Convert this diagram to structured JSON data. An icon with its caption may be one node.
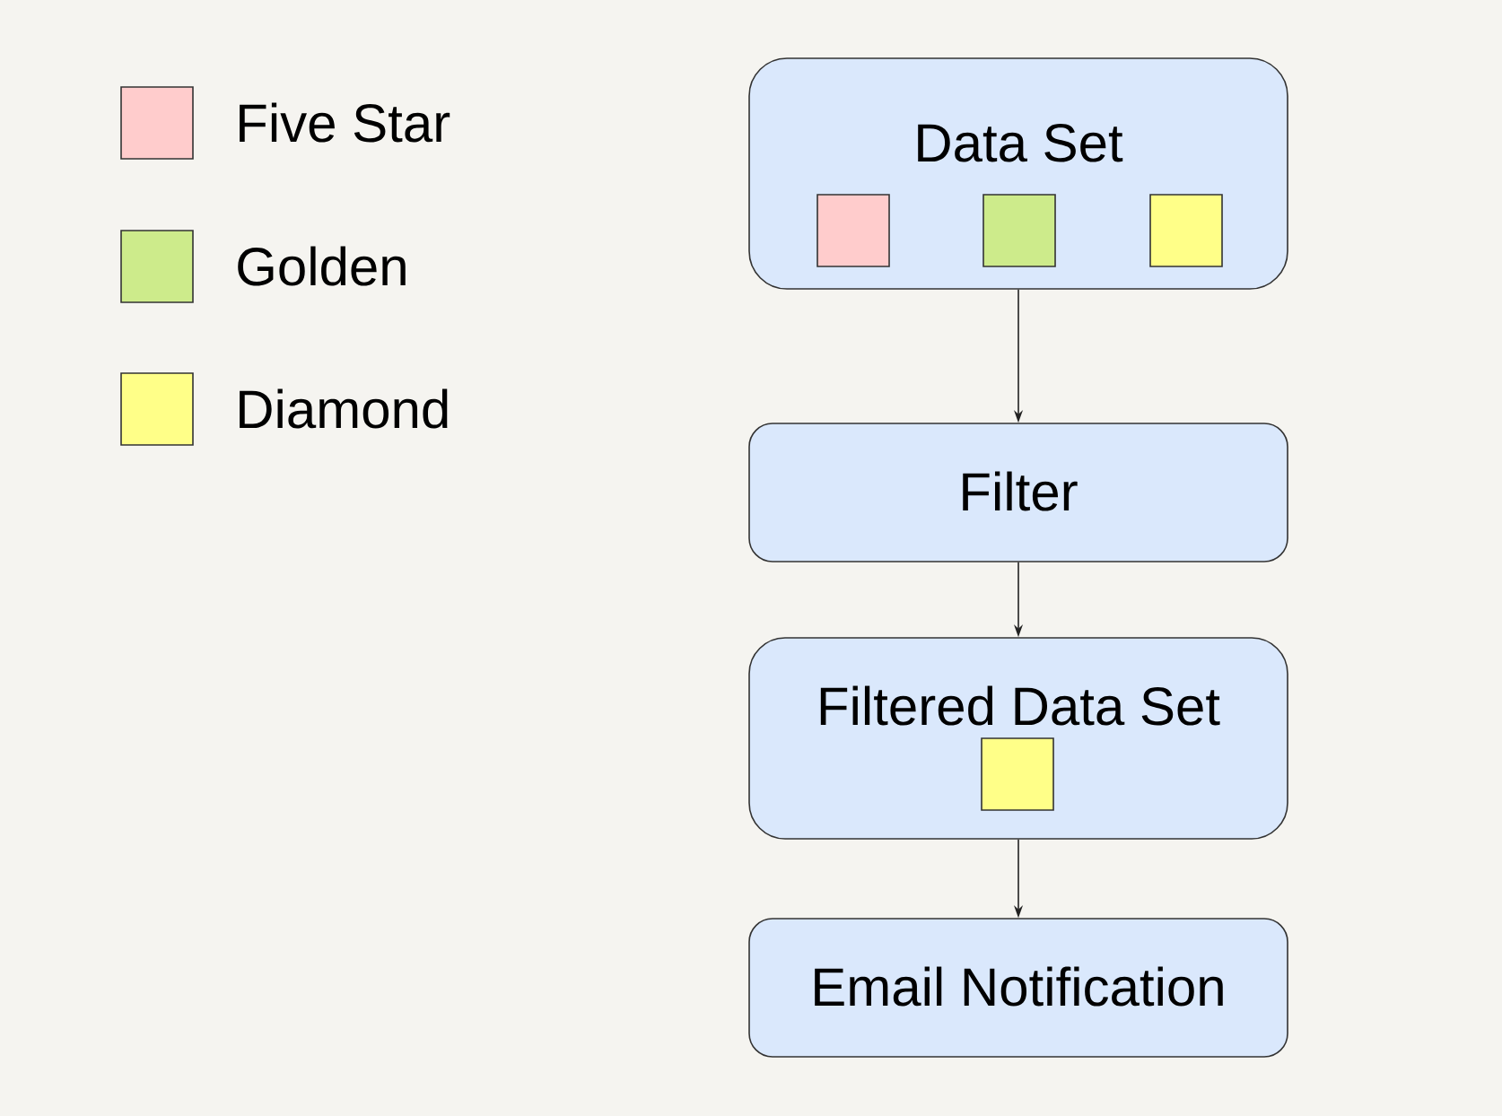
{
  "diagram": {
    "nodes": [
      {
        "text": [
          "Data Set"
        ]
      },
      {
        "text": [],
        "shape": "box",
        "in": 0
      },
      {
        "text": [],
        "shape": "box",
        "in": 0
      },
      {
        "text": [],
        "shape": "box",
        "in": 0
      },
      {
        "text": [
          "Filter"
        ]
      },
      {
        "text": [
          "Filtered Data Set"
        ]
      },
      {
        "text": [],
        "shape": "box",
        "in": 5
      },
      {
        "text": [
          "Email Notification"
        ]
      }
    ],
    "edges": [
      {
        "from": 0,
        "to": 4,
        "arrow": "to"
      },
      {
        "from": 4,
        "to": 5,
        "arrow": "to"
      },
      {
        "from": 5,
        "to": 7,
        "arrow": "to"
      }
    ],
    "legend": [
      {
        "text": "Five Star",
        "color": "#ffcccc"
      },
      {
        "text": "Golden",
        "color": "#cdeb8b"
      },
      {
        "text": "Diamond",
        "color": "#ffff88"
      }
    ]
  }
}
